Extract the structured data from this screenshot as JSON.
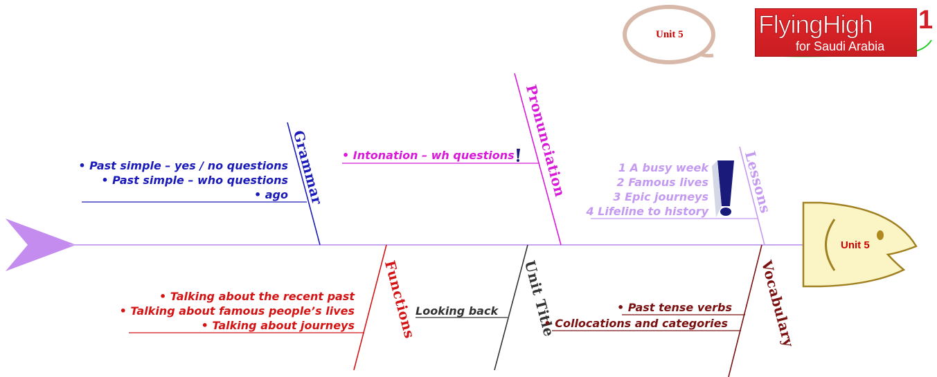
{
  "badge": {
    "label": "Unit 5"
  },
  "logo": {
    "title": "FlyingHigh",
    "subtitle": "for Saudi Arabia",
    "number": "1"
  },
  "head": {
    "label": "Unit 5"
  },
  "categories": {
    "grammar": "Grammar",
    "pronunciation": "Pronunciation",
    "lessons": "Lessons",
    "functions": "Functions",
    "unit_title": "Unit Title",
    "vocabulary": "Vocabulary"
  },
  "grammar_items": [
    "• Past simple – yes / no questions",
    "• Past simple – who questions",
    "• ago"
  ],
  "pronunciation_items": [
    "• Intonation – wh questions"
  ],
  "lessons_items": [
    "1 A busy week",
    "2 Famous lives",
    "3 Epic journeys",
    "4 Lifeline to history"
  ],
  "functions_items": [
    "• Talking about the recent past",
    "• Talking about famous people’s lives",
    "• Talking about journeys"
  ],
  "unit_title_items": [
    "Looking back"
  ],
  "vocabulary_items": [
    "• Past tense verbs",
    "• Collocations and categories"
  ],
  "colors": {
    "spine": "#c9a6f2",
    "tail": "#c58cf0",
    "grammar": "#1a1ab8",
    "pronunciation": "#d81ad8",
    "lessons": "#c49af0",
    "functions": "#d41414",
    "unit_title": "#333333",
    "vocabulary": "#7a1010",
    "head_fill": "#fbf5c6",
    "head_stroke": "#a08020"
  }
}
